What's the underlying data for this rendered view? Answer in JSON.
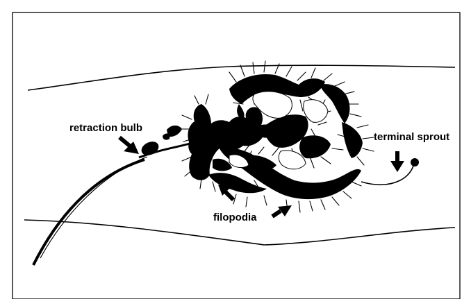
{
  "labels": {
    "retraction_bulb": "retraction bulb",
    "terminal_sprout": "terminal sprout",
    "filopodia": "filopodia"
  },
  "colors": {
    "ink": "#000000",
    "background": "#ffffff"
  }
}
